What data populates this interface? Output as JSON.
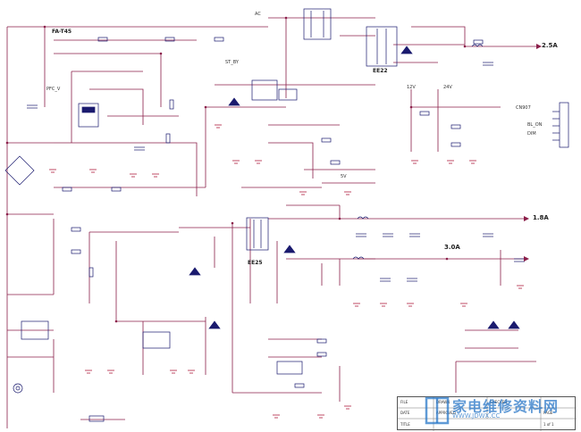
{
  "schematic": {
    "chip_labels": {
      "left_ic": "FA-T45",
      "transformer_top": "EE22",
      "transformer_mid": "EE25"
    },
    "rails": {
      "top_right": "2.5A",
      "mid_right": "1.8A",
      "mid_center": "3.0A"
    },
    "connector_label": "CN907",
    "net_labels": [
      "AC",
      "ST_BY",
      "PFC_V",
      "12V",
      "24V",
      "5V",
      "BL_ON",
      "DIM"
    ],
    "colors": {
      "wire": "#8b1f4a",
      "component": "#1a1a6e",
      "ground": "#aa1133",
      "background": "#ffffff"
    }
  },
  "title_block": {
    "row1": [
      "FILE",
      "DRAWN",
      "CHECKED"
    ],
    "row2": [
      "DATE",
      "APPROVED"
    ],
    "row3": [
      "TITLE",
      "PAGE",
      "1 of 1"
    ]
  },
  "watermark": {
    "text": "家电维修资料网",
    "url": "WWW.JDWX.CC"
  }
}
